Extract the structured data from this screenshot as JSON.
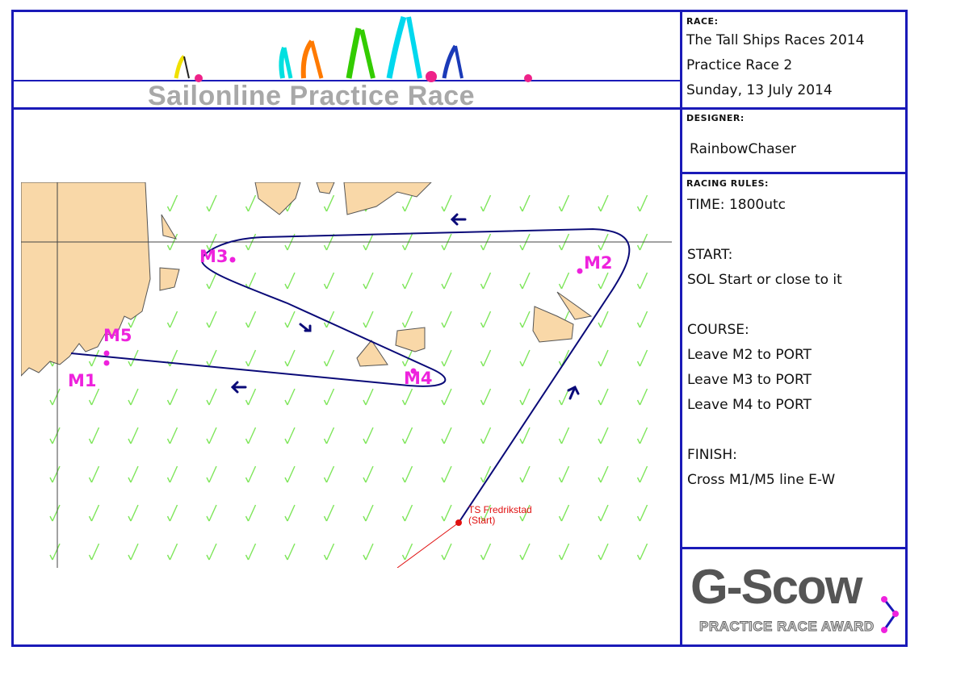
{
  "header": {
    "banner_title": "Sailonline Practice Race"
  },
  "race_panel": {
    "heading": "RACE:",
    "lines": [
      "The Tall Ships Races 2014",
      "Practice Race 2",
      "Sunday, 13 July 2014"
    ]
  },
  "designer_panel": {
    "heading": "DESIGNER:",
    "name": "RainbowChaser"
  },
  "rules_panel": {
    "heading": "RACING RULES:",
    "time": "TIME: 1800utc",
    "start_heading": "START:",
    "start_text": "SOL Start or close to it",
    "course_heading": "COURSE:",
    "course_lines": [
      "Leave M2 to PORT",
      "Leave M3 to PORT",
      "Leave M4 to PORT"
    ],
    "finish_heading": "FINISH:",
    "finish_text": "Cross M1/M5 line E-W"
  },
  "award": {
    "logo_text": "G-Scow",
    "subtitle": "PRACTICE RACE AWARD"
  },
  "map": {
    "marks": [
      "M1",
      "M2",
      "M3",
      "M4",
      "M5"
    ],
    "start_label_line1": "TS Fredrikstad",
    "start_label_line2": "(Start)",
    "colors": {
      "land": "#f9d8a8",
      "route": "#0a0a78",
      "wind": "#7ee65a",
      "marks": "#ee22dd",
      "start": "#e01010",
      "frame": "#1a1ab8"
    }
  }
}
